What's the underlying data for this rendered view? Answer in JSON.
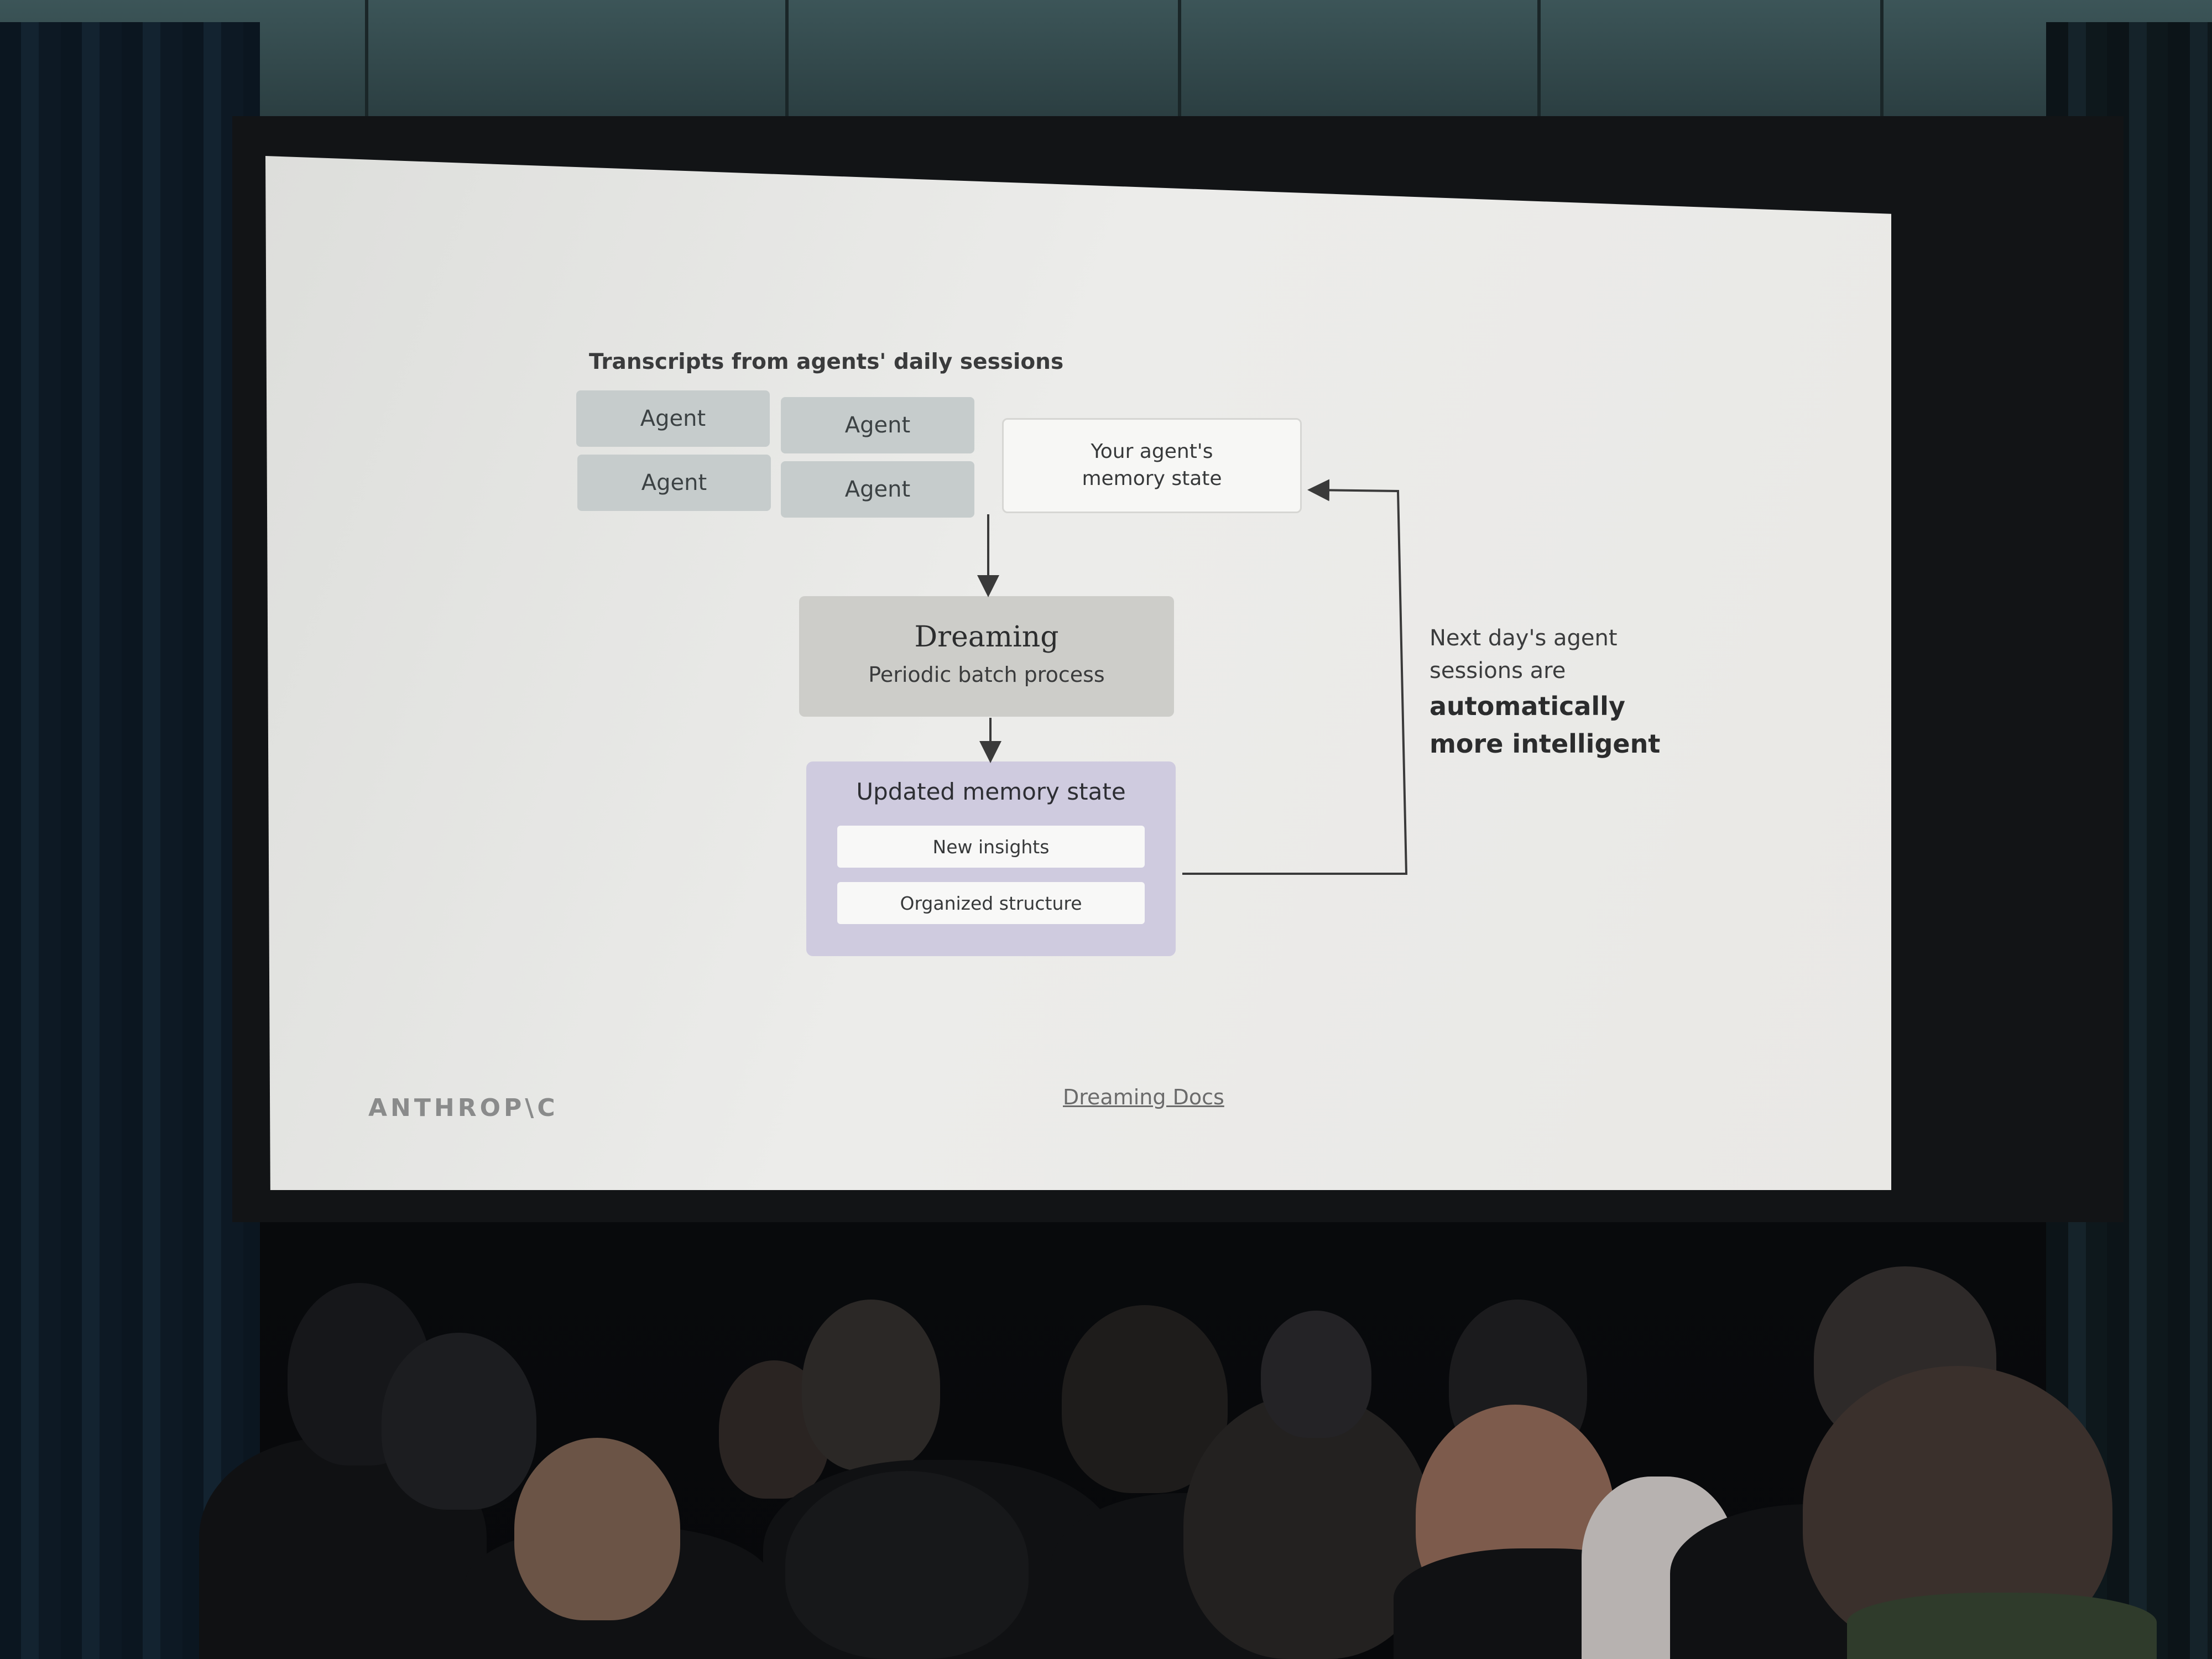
{
  "slide": {
    "title": "Transcripts from agents' daily sessions",
    "agents": [
      "Agent",
      "Agent",
      "Agent",
      "Agent"
    ],
    "memory_box": {
      "line1": "Your agent's",
      "line2": "memory state"
    },
    "dreaming": {
      "title": "Dreaming",
      "subtitle": "Periodic batch process"
    },
    "updated": {
      "title": "Updated memory state",
      "items": [
        "New insights",
        "Organized structure"
      ]
    },
    "side_note": {
      "line1": "Next day's agent",
      "line2": "sessions are",
      "bold1": "automatically",
      "bold2": "more intelligent"
    },
    "logo": "ANTHROP\\C",
    "docs_link": "Dreaming Docs"
  },
  "colors": {
    "screen": "#ececea",
    "agent_box": "#c6cccc",
    "dreaming_box": "#cdcdc9",
    "updated_box": "#cfcbdf",
    "arrow": "#3a3a3a"
  }
}
